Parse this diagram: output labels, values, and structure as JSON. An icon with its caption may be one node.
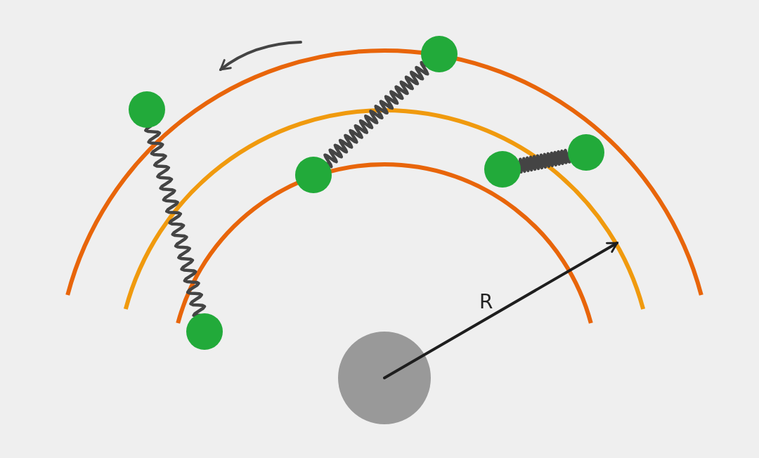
{
  "diagram": {
    "nodes": [
      {
        "text": [],
        "shape": "circle"
      },
      {
        "text": [],
        "shape": "circle"
      },
      {
        "text": [],
        "shape": "circle"
      },
      {
        "text": [],
        "shape": "circle"
      },
      {
        "text": [],
        "shape": "circle"
      },
      {
        "text": [],
        "shape": "circle"
      },
      {
        "text": [],
        "shape": "circle"
      }
    ],
    "edges": [
      {
        "from": 0,
        "to": 1,
        "arrow": "none"
      },
      {
        "from": 2,
        "to": 3,
        "arrow": "none"
      },
      {
        "from": 4,
        "to": 5,
        "arrow": "none"
      }
    ],
    "labels": [
      "R"
    ]
  }
}
